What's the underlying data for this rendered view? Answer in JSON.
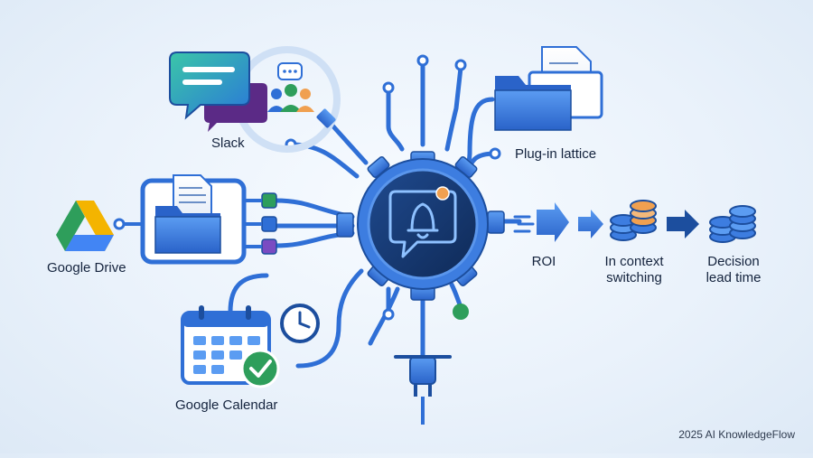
{
  "labels": {
    "slack": "Slack",
    "google_drive": "Google Drive",
    "google_calendar": "Google Calendar",
    "plugin_lattice": "Plug-in lattice",
    "roi": "ROI",
    "context_switching": "In context\nswitching",
    "decision_lead_time": "Decision\nlead time"
  },
  "footer": "2025 AI KnowledgeFlow",
  "colors": {
    "accent_blue": "#2f6fd6",
    "hub_dark": "#17356b",
    "hub_ring": "#3d7de0",
    "drive_green": "#2e9e5b",
    "drive_yellow": "#f4b400",
    "drive_blue": "#4285f4",
    "slack_purple": "#5b2a86",
    "calendar_green": "#2e9e5b",
    "coin_orange": "#f0a050"
  },
  "icons": [
    "slack-chat-icon",
    "team-icon",
    "google-drive-icon",
    "folder-icon",
    "document-icon",
    "calendar-icon",
    "clock-icon",
    "check-icon",
    "chat-bell-icon",
    "plug-icon",
    "arrow-icon",
    "coin-stack-icon"
  ]
}
